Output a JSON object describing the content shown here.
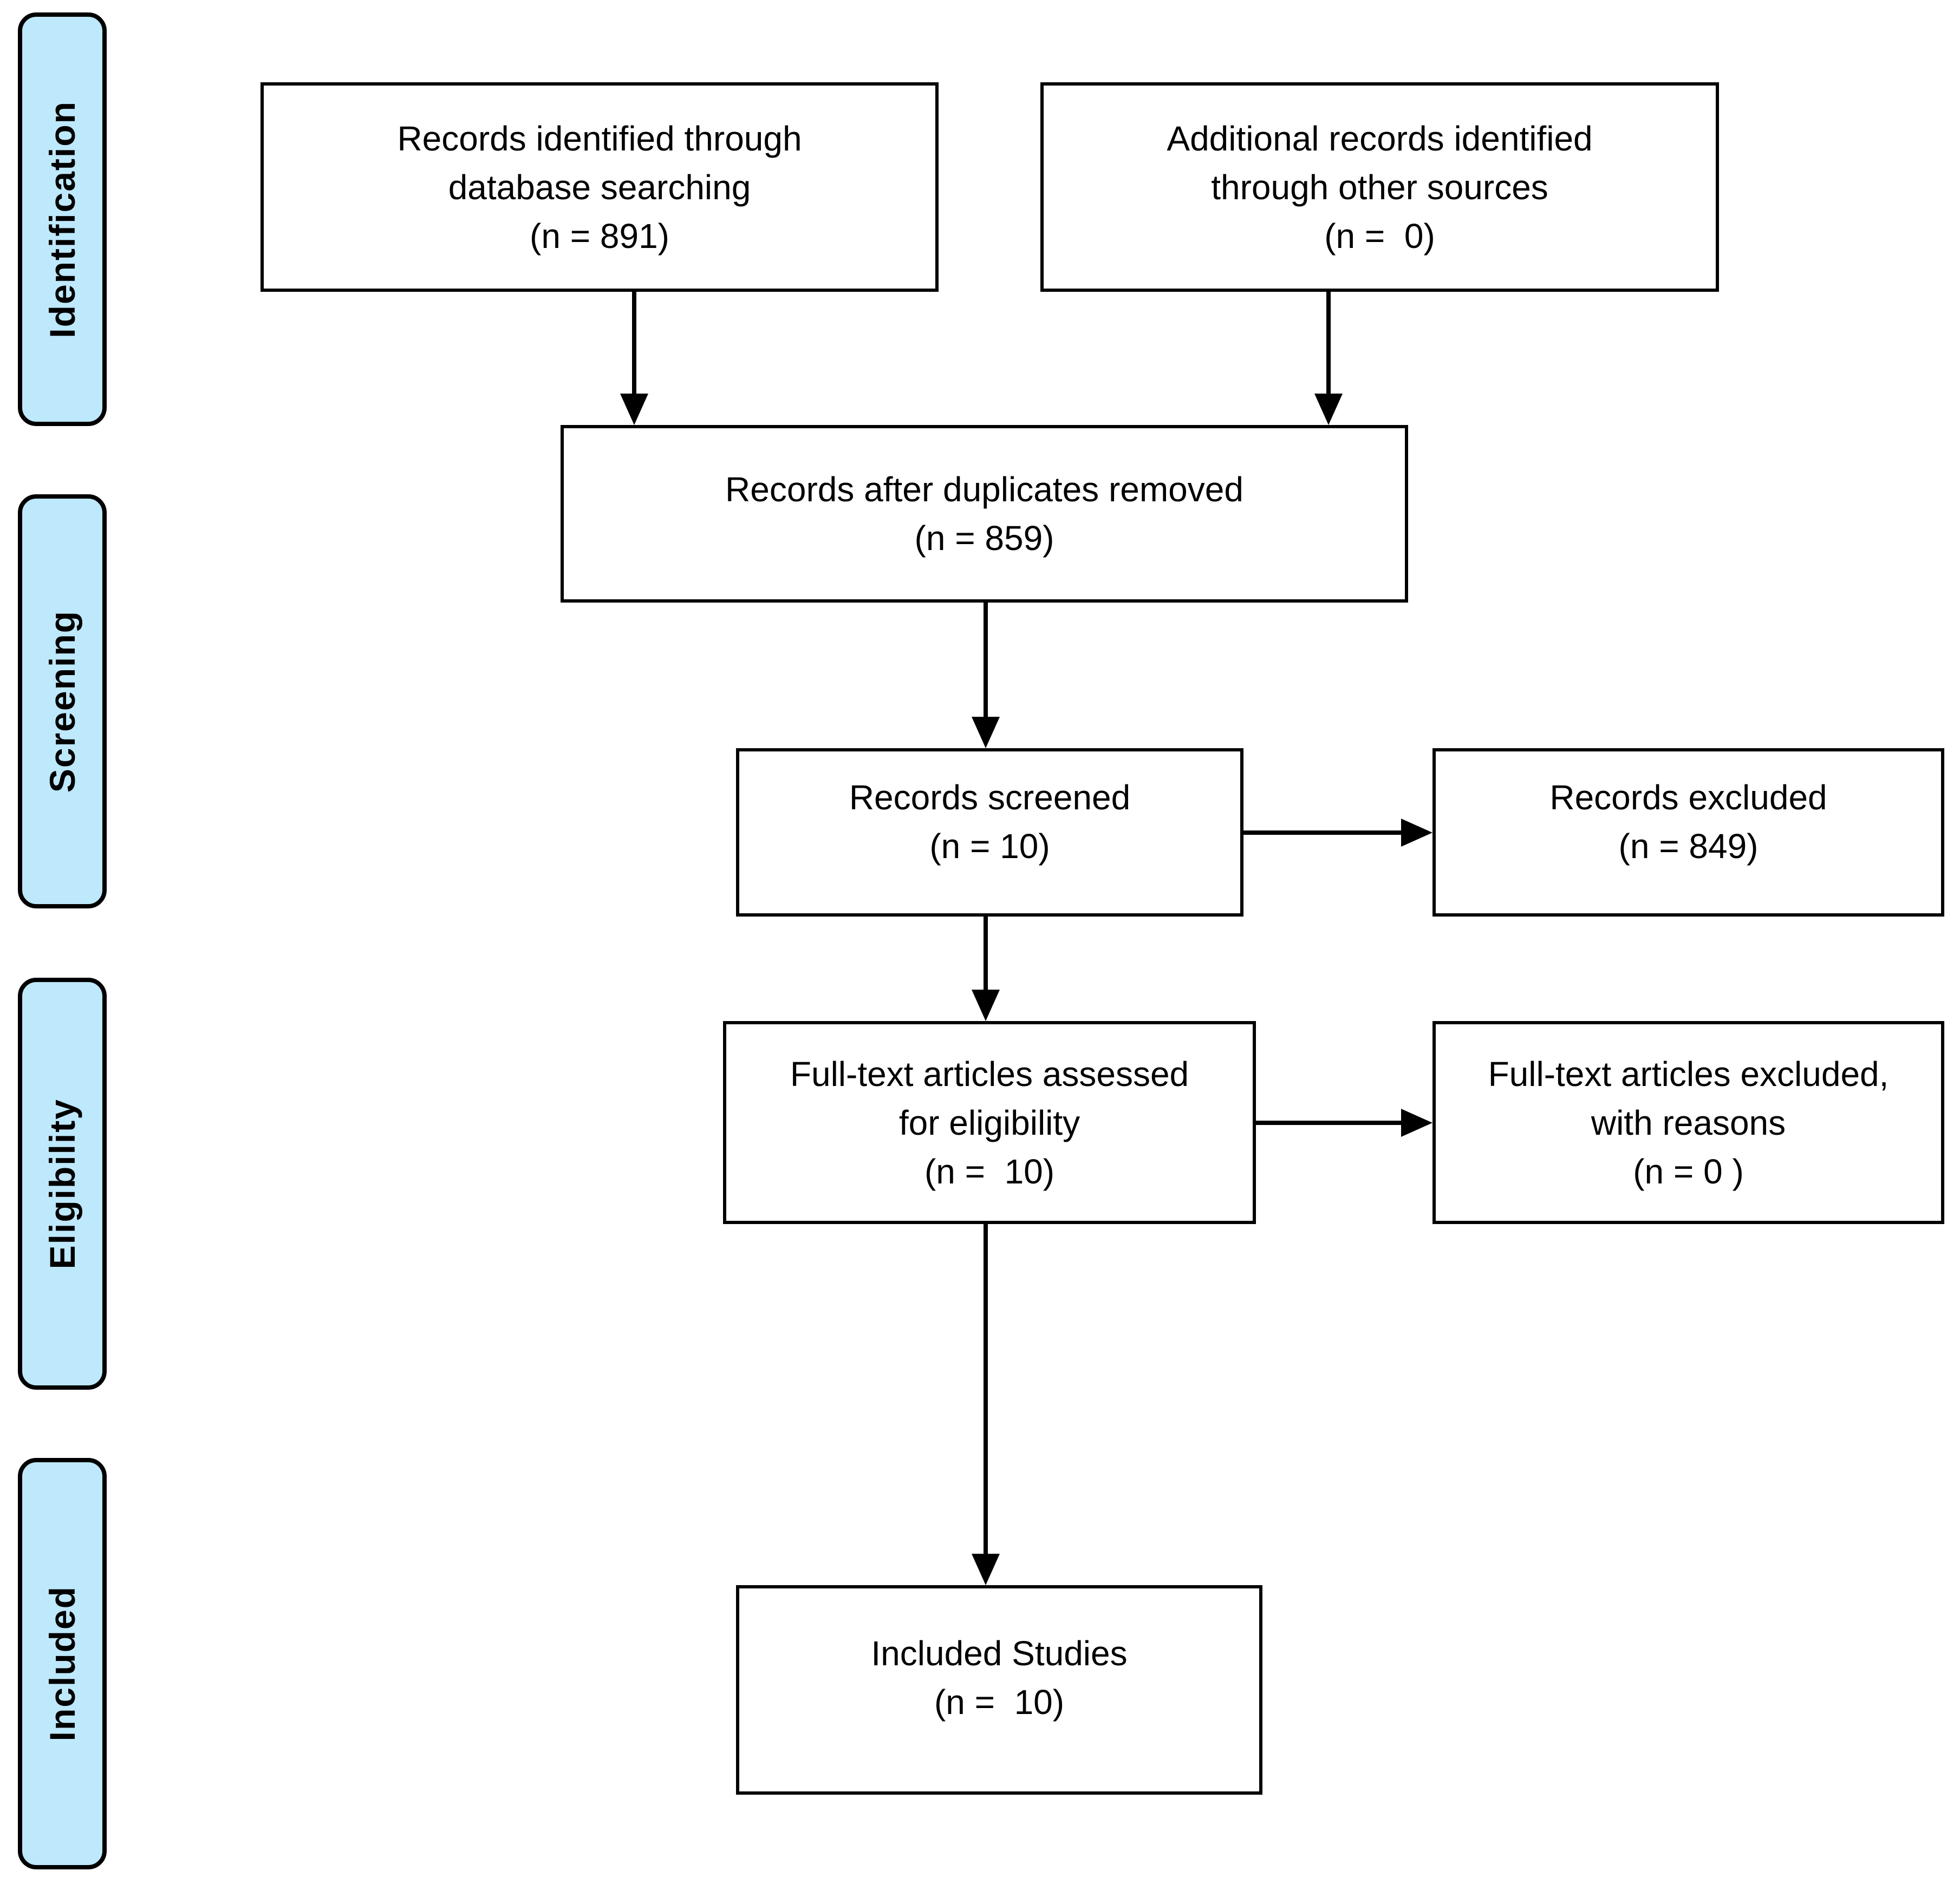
{
  "stages": [
    {
      "label": "Identification"
    },
    {
      "label": "Screening"
    },
    {
      "label": "Eligibility"
    },
    {
      "label": "Included"
    }
  ],
  "boxes": {
    "records_identified": {
      "lines": [
        "Records identified through",
        "database searching",
        "(n = 891)"
      ]
    },
    "additional_records": {
      "lines": [
        "Additional records identified",
        "through other sources",
        "(n =  0)"
      ]
    },
    "after_duplicates": {
      "lines": [
        "Records after duplicates removed",
        "(n = 859)"
      ]
    },
    "records_screened": {
      "lines": [
        "Records screened",
        "(n = 10)"
      ]
    },
    "records_excluded": {
      "lines": [
        "Records excluded",
        "(n = 849)"
      ]
    },
    "fulltext_assessed": {
      "lines": [
        "Full-text articles assessed",
        "for eligibility",
        "(n =  10)"
      ]
    },
    "fulltext_excluded": {
      "lines": [
        "Full-text articles excluded,",
        "with reasons",
        "(n = 0 )"
      ]
    },
    "included_studies": {
      "lines": [
        "Included Studies",
        "(n =  10)"
      ]
    }
  },
  "colors": {
    "page_bg": "#ffffff",
    "stage_fill": "#BEE8FB",
    "stage_border": "#000000",
    "box_fill": "#ffffff",
    "box_border": "#000000",
    "text": "#000000",
    "arrow": "#000000"
  }
}
